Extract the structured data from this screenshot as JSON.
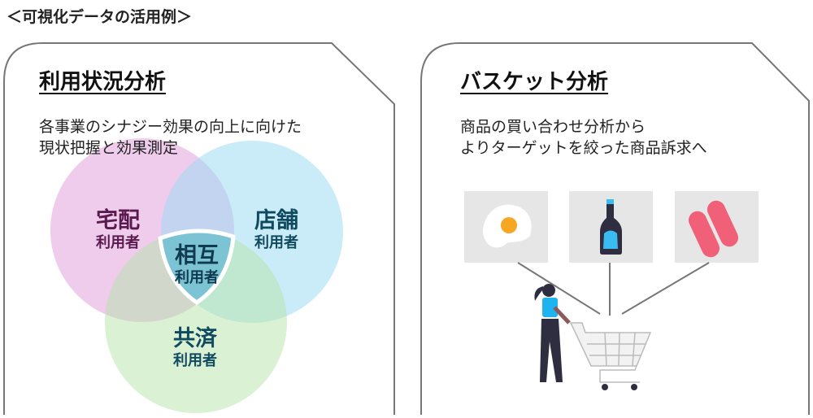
{
  "page_title": "＜可視化データの活用例＞",
  "left_panel": {
    "title": "利用状況分析",
    "description": [
      "各事業のシナジー効果の向上に向けた",
      "現状把握と効果測定"
    ],
    "venn": [
      {
        "name": "宅配",
        "sub": "利用者",
        "color": "#ecc6ea",
        "text_color": "#5a1a4e"
      },
      {
        "name": "店舗",
        "sub": "利用者",
        "color": "#c3e9f8",
        "text_color": "#0f4a5e"
      },
      {
        "name": "共済",
        "sub": "利用者",
        "color": "#d2f0cc",
        "text_color": "#0f4a5e"
      },
      {
        "name": "相互",
        "sub": "利用者",
        "color": "#7cc3d4",
        "text_color": "#0f3a50"
      }
    ]
  },
  "right_panel": {
    "title": "バスケット分析",
    "description": [
      "商品の買い合わせ分析から",
      "よりターゲットを絞った商品訴求へ"
    ],
    "products": [
      "egg-icon",
      "bottle-icon",
      "sausage-icon"
    ]
  }
}
